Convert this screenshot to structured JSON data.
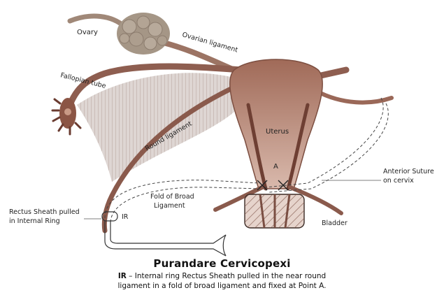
{
  "labels": {
    "ovary": "Ovary",
    "ovarian_ligament": "Ovarian ligament",
    "fallopian_tube": "Fallopian tube",
    "uterus": "Uterus",
    "round_ligament": "Round ligament",
    "point_a": "A",
    "anterior_suture_1": "Anterior Suture",
    "anterior_suture_2": "on cervix",
    "fold_1": "Fold of Broad",
    "fold_2": "Ligament",
    "rectus_1": "Rectus Sheath pulled",
    "rectus_2": "in Internal Ring",
    "ir": "IR",
    "bladder": "Bladder"
  },
  "caption": {
    "title": "Purandare Cervicopexi",
    "abbr": "IR",
    "line1": " – Internal ring Rectus Sheath pulled in the near round",
    "line2": "ligament in a fold of broad ligament and fixed at Point A."
  },
  "colors": {
    "tissue": "#8a5a4c",
    "tissue_light": "#c9a79a",
    "uterus": "#9b6453",
    "ovary": "#a39383"
  }
}
